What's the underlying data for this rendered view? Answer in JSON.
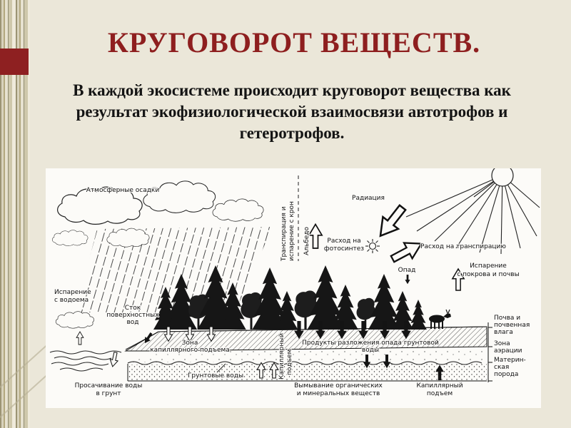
{
  "slide": {
    "title": "КРУГОВОРОТ ВЕЩЕСТВ.",
    "body_lines": [
      "В каждой экосистеме происходит круговорот вещества как",
      "результат экофизиологической взаимосвязи автотрофов и",
      "гетеротрофов."
    ]
  },
  "colors": {
    "background": "#ebe7d9",
    "title_text": "#8e1f1f",
    "accent_bar": "#8e2021",
    "diagram_ink": "#1a1a1a",
    "diagram_background": "#fcfbf8"
  },
  "diagram": {
    "labels": {
      "precipitation": "Атмосферные осадки",
      "transpiration_crowns_1": "Транспирация и",
      "transpiration_crowns_2": "испарение с крон",
      "albedo": "Альбедо",
      "radiation": "Радиация",
      "photosynthesis_1": "Расход на",
      "photosynthesis_2": "фотосинтез",
      "transpiration_cost": "Расход на транспирацию",
      "litterfall": "Опад",
      "evap_cover_1": "Испарение",
      "evap_cover_2": "с покрова и почвы",
      "evap_water_1": "Испарение",
      "evap_water_2": "с водоема",
      "runoff_1": "Сток",
      "runoff_2": "поверхностных",
      "runoff_3": "вод",
      "soil_1": "Почва и",
      "soil_2": "почвенная",
      "soil_3": "влага",
      "aeration_1": "Зона",
      "aeration_2": "аэрации",
      "rock_1": "Материн-",
      "rock_2": "ская",
      "rock_3": "порода",
      "capillary_zone_1": "Зона",
      "capillary_zone_2": "капиллярного подъема",
      "decomposition_1": "Продукты разложения опада грунтовой",
      "decomposition_2": "воды",
      "groundwater": "Грунтовые воды",
      "capillary_mid_1": "Капиллярный",
      "capillary_mid_2": "подъем",
      "seepage_1": "Просачивание воды",
      "seepage_2": "в грунт",
      "leaching_1": "Вымывание органических",
      "leaching_2": "и минеральных веществ",
      "capillary_right_1": "Капиллярный",
      "capillary_right_2": "подъем"
    }
  }
}
